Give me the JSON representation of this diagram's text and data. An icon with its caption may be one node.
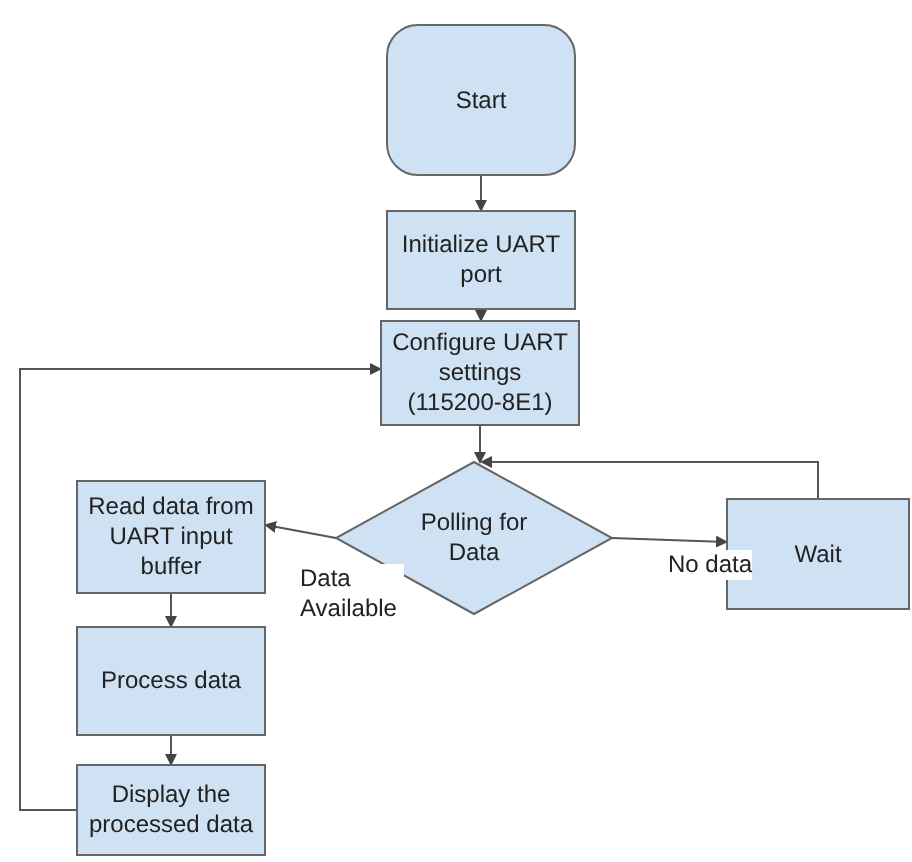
{
  "diagram": {
    "nodes": [
      {
        "text": [
          "Start"
        ]
      },
      {
        "text": [
          "Initialize UART port"
        ]
      },
      {
        "text": [
          "Configure UART settings (115200-8E1)"
        ]
      },
      {
        "text": [
          "Polling for Data"
        ]
      },
      {
        "text": [
          "Read data from UART input buffer"
        ]
      },
      {
        "text": [
          "Wait"
        ]
      },
      {
        "text": [
          "Process data"
        ]
      },
      {
        "text": [
          "Display the processed data"
        ]
      }
    ],
    "edges": [
      {
        "from": 0,
        "to": 1,
        "arrow": "to"
      },
      {
        "from": 1,
        "to": 2,
        "arrow": "to"
      },
      {
        "from": 2,
        "to": 3,
        "arrow": "to"
      },
      {
        "from": 3,
        "to": 4,
        "arrow": "to",
        "label": "Data Available"
      },
      {
        "from": 3,
        "to": 5,
        "arrow": "to",
        "label": "No data"
      },
      {
        "from": 5,
        "to": 3,
        "arrow": "to"
      },
      {
        "from": 4,
        "to": 6,
        "arrow": "to"
      },
      {
        "from": 6,
        "to": 7,
        "arrow": "to"
      },
      {
        "from": 7,
        "to": 2,
        "arrow": "to"
      }
    ]
  }
}
